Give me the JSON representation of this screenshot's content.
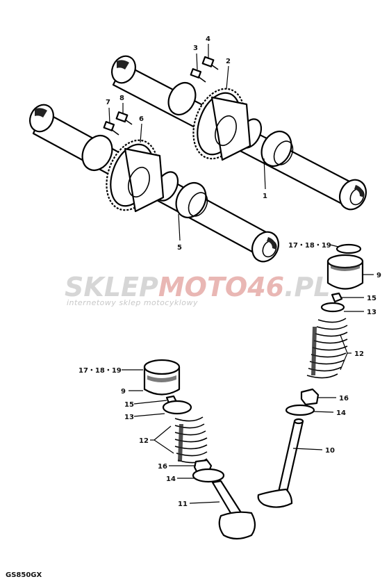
{
  "diagram": {
    "model_code": "GS850GX",
    "watermark": {
      "brand_part1": "SKLEP",
      "brand_part2": "MOTO",
      "brand_part3": "46",
      "brand_part4": ".PL",
      "subtitle": "internetowy sklep motocyklowy"
    },
    "callouts": {
      "c1": "1",
      "c2": "2",
      "c3": "3",
      "c4": "4",
      "c5": "5",
      "c6": "6",
      "c7": "7",
      "c8": "8",
      "c9_right": "9",
      "c9_left": "9",
      "c10": "10",
      "c11": "11",
      "c12_right": "12",
      "c12_left": "12",
      "c13_right": "13",
      "c13_left": "13",
      "c14_right": "14",
      "c14_left": "14",
      "c15_right": "15",
      "c15_left": "15",
      "c16_right": "16",
      "c16_left": "16",
      "c171819_right": "17・18・19",
      "c171819_left": "17・18・19"
    }
  }
}
